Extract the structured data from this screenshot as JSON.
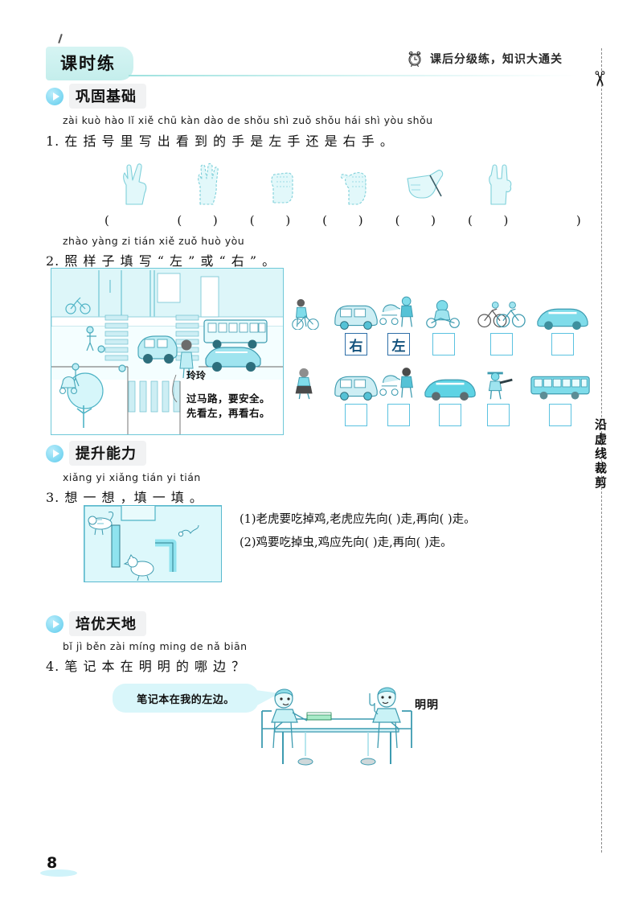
{
  "page": {
    "number": "8",
    "cut_text": "沿虚线裁剪",
    "scissors_icon": "scissors-icon"
  },
  "header": {
    "banner_title": "课时练",
    "clock_icon": "alarm-clock-icon",
    "tagline": "课后分级练，知识大通关"
  },
  "sections": [
    {
      "id": "basics",
      "label": "巩固基础"
    },
    {
      "id": "ability",
      "label": "提升能力"
    },
    {
      "id": "advanced",
      "label": "培优天地"
    }
  ],
  "q1": {
    "number": "1.",
    "pinyin": "zài kuò hào  lǐ  xiě chū kàn dào de shǒu shì zuǒ shǒu hái shì yòu shǒu",
    "text": "在 括 号 里 写 出 看 到 的 手 是 左 手 还 是 右 手 。",
    "hands": [
      {
        "name": "hand-victory",
        "answer": ""
      },
      {
        "name": "hand-four-fingers",
        "answer": ""
      },
      {
        "name": "hand-fist",
        "answer": ""
      },
      {
        "name": "hand-thumb-side",
        "answer": ""
      },
      {
        "name": "hand-pointing",
        "answer": ""
      },
      {
        "name": "hand-rock-horns",
        "answer": ""
      }
    ],
    "answer_paren": "(      )"
  },
  "q2": {
    "number": "2.",
    "pinyin": "zhào yàng zi tián xiě  zuǒ  huò  yòu",
    "text": "照  样 子 填 写 “ 左 ” 或 “ 右 ” 。",
    "scene": {
      "name": "street-crossing-scene",
      "character": "玲玲",
      "caption_line1": "过马路，要安全。",
      "caption_line2": "先看左，再看右。"
    },
    "grid": {
      "row1": [
        {
          "icon": "boy-on-bicycle",
          "box": null
        },
        {
          "icon": "minivan",
          "box": "右"
        },
        {
          "icon": "person-stroller",
          "box": "左"
        },
        {
          "icon": "scooter-rider",
          "box": ""
        },
        {
          "icon": "two-bicycles",
          "box": ""
        },
        {
          "icon": "sedan-car",
          "box": ""
        }
      ],
      "row2": [
        {
          "icon": "girl-walking",
          "box": null
        },
        {
          "icon": "minivan-2",
          "box": ""
        },
        {
          "icon": "person-stroller-2",
          "box": ""
        },
        {
          "icon": "taxi-car",
          "box": ""
        },
        {
          "icon": "traffic-police",
          "box": ""
        },
        {
          "icon": "city-bus",
          "box": ""
        }
      ]
    }
  },
  "q3": {
    "number": "3.",
    "pinyin": "xiǎng yi xiǎng  tián yi tián",
    "text": "想 一 想 ，填 一 填 。",
    "maze": {
      "name": "maze-diagram",
      "animals": [
        "tiger",
        "worm",
        "chicken"
      ]
    },
    "lines": [
      "(1)老虎要吃掉鸡,老虎应先向(      )走,再向(      )走。",
      "(2)鸡要吃掉虫,鸡应先向(      )走,再向(      )走。"
    ]
  },
  "q4": {
    "number": "4.",
    "pinyin": "bǐ  jì  běn zài míng ming de nǎ biān",
    "text": "笔 记 本 在 明  明 的 哪 边 ？",
    "speech_bubble": "笔记本在我的左边。",
    "right_label": "明明",
    "scene_name": "two-kids-at-table-scene"
  },
  "colors": {
    "banner": "#c4eeec",
    "accent": "#5bc2e0",
    "box_border": "#5bc2e0",
    "filled_box_text": "#14527d"
  }
}
